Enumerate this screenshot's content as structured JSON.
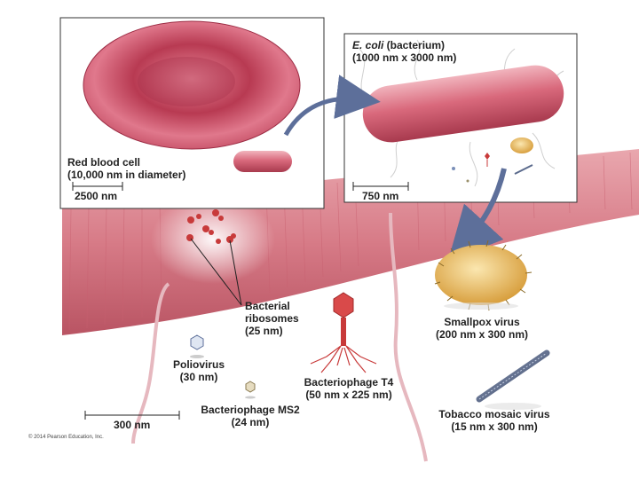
{
  "colors": {
    "rbc": "#d9536b",
    "tissue": "#d67a86",
    "ribosome": "#c83a3a",
    "smallpox": "#f0c56a",
    "tmv": "#5a6a8c",
    "arrow": "#5d6f9a",
    "bg": "#ffffff"
  },
  "icons": [
    "red-blood-cell",
    "ecoli-bacterium",
    "smallpox-virus",
    "bacteriophage-t4",
    "tobacco-mosaic-virus",
    "poliovirus",
    "bacteriophage-ms2",
    "ribosome",
    "arrow-right",
    "arrow-down"
  ],
  "inset_left": {
    "title_line1": "Red blood cell",
    "title_line2": "(10,000 nm in diameter)",
    "scale": "2500 nm"
  },
  "inset_right": {
    "title_italic": "E. coli",
    "title_rest": " (bacterium)",
    "title_line2": "(1000 nm x 3000 nm)",
    "scale": "750 nm"
  },
  "labels": {
    "ribosomes_line1": "Bacterial",
    "ribosomes_line2": "ribosomes",
    "ribosomes_line3": "(25 nm)",
    "smallpox_line1": "Smallpox virus",
    "smallpox_line2": "(200 nm x 300 nm)",
    "polio_line1": "Poliovirus",
    "polio_line2": "(30 nm)",
    "t4_line1": "Bacteriophage T4",
    "t4_line2": "(50 nm x 225 nm)",
    "ms2_line1": "Bacteriophage MS2",
    "ms2_line2": "(24 nm)",
    "tmv_line1": "Tobacco mosaic virus",
    "tmv_line2": "(15 nm x 300 nm)"
  },
  "main_scale": "300 nm",
  "copyright": "© 2014 Pearson Education, Inc."
}
